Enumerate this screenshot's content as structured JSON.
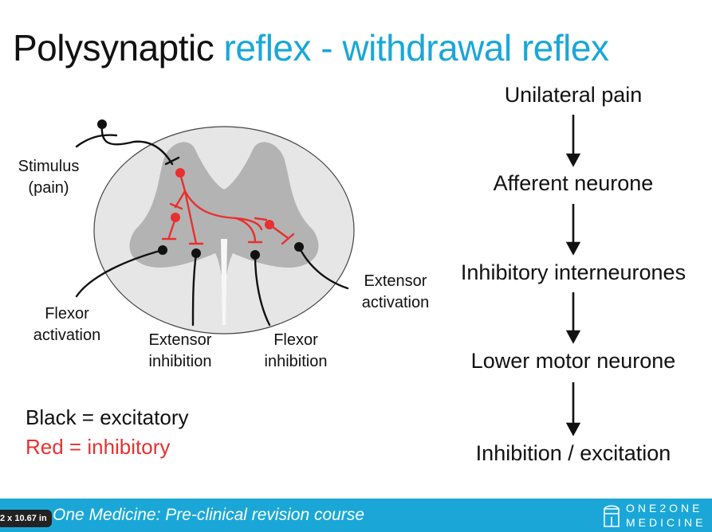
{
  "title": {
    "part1": "Polysynaptic",
    "part2": "reflex - withdrawal reflex"
  },
  "diagram": {
    "labels": {
      "stimulus_line1": "Stimulus",
      "stimulus_line2": "(pain)",
      "flexor_activation_line1": "Flexor",
      "flexor_activation_line2": "activation",
      "extensor_inhibition_line1": "Extensor",
      "extensor_inhibition_line2": "inhibition",
      "flexor_inhibition_line1": "Flexor",
      "flexor_inhibition_line2": "inhibition",
      "extensor_activation_line1": "Extensor",
      "extensor_activation_line2": "activation"
    },
    "colors": {
      "excitatory": "#111111",
      "inhibitory": "#e8302f",
      "grey_matter": "#b3b3b3",
      "white_matter": "#e6e6e6"
    }
  },
  "legend": {
    "black": "Black = excitatory",
    "red": "Red = inhibitory"
  },
  "flow": [
    "Unilateral pain",
    "Afferent neurone",
    "Inhibitory interneurones",
    "Lower motor neurone",
    "Inhibition / excitation"
  ],
  "footer": {
    "size_badge": "2 x 10.67 in",
    "course": "One Medicine: Pre-clinical revision course",
    "brand_line1": "ONE2ONE",
    "brand_line2": "MEDICINE",
    "brand_color": "#1aa7d8"
  }
}
